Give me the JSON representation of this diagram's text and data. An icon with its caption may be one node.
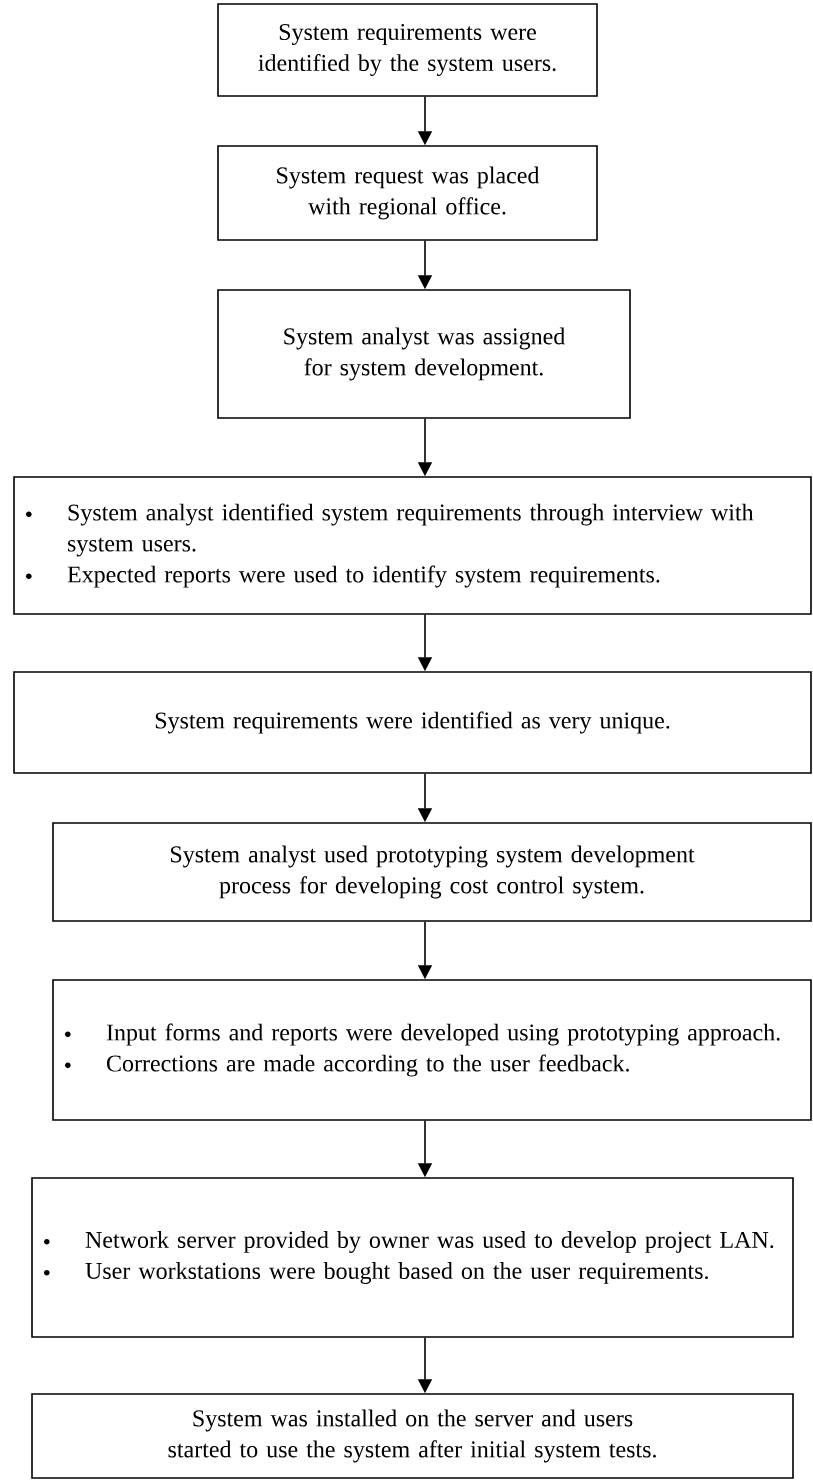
{
  "diagram": {
    "nodes": [
      {
        "text": [
          "System requirements were identified by the system users."
        ]
      },
      {
        "text": [
          "System request was placed with regional office."
        ]
      },
      {
        "text": [
          "System analyst was assigned for system development."
        ]
      },
      {
        "text": [
          "System analyst identified system requirements through interview with system users.",
          "Expected reports were used to identify system requirements."
        ]
      },
      {
        "text": [
          "System requirements were identified as very unique."
        ]
      },
      {
        "text": [
          "System analyst used prototyping system development process for developing cost control system."
        ]
      },
      {
        "text": [
          "Input forms and reports were developed using prototyping approach.",
          "Corrections are made according to the user feedback."
        ]
      },
      {
        "text": [
          "Network server provided by owner was used to develop project LAN.",
          "User workstations were bought based on the user requirements."
        ]
      },
      {
        "text": [
          "System was installed on the server and users started to use the system after initial system tests."
        ]
      }
    ],
    "edges": [
      {
        "from": 0,
        "to": 1,
        "arrow": "to"
      },
      {
        "from": 1,
        "to": 2,
        "arrow": "to"
      },
      {
        "from": 2,
        "to": 3,
        "arrow": "to"
      },
      {
        "from": 3,
        "to": 4,
        "arrow": "to"
      },
      {
        "from": 4,
        "to": 5,
        "arrow": "to"
      },
      {
        "from": 5,
        "to": 6,
        "arrow": "to"
      },
      {
        "from": 6,
        "to": 7,
        "arrow": "to"
      },
      {
        "from": 7,
        "to": 8,
        "arrow": "to"
      }
    ]
  }
}
